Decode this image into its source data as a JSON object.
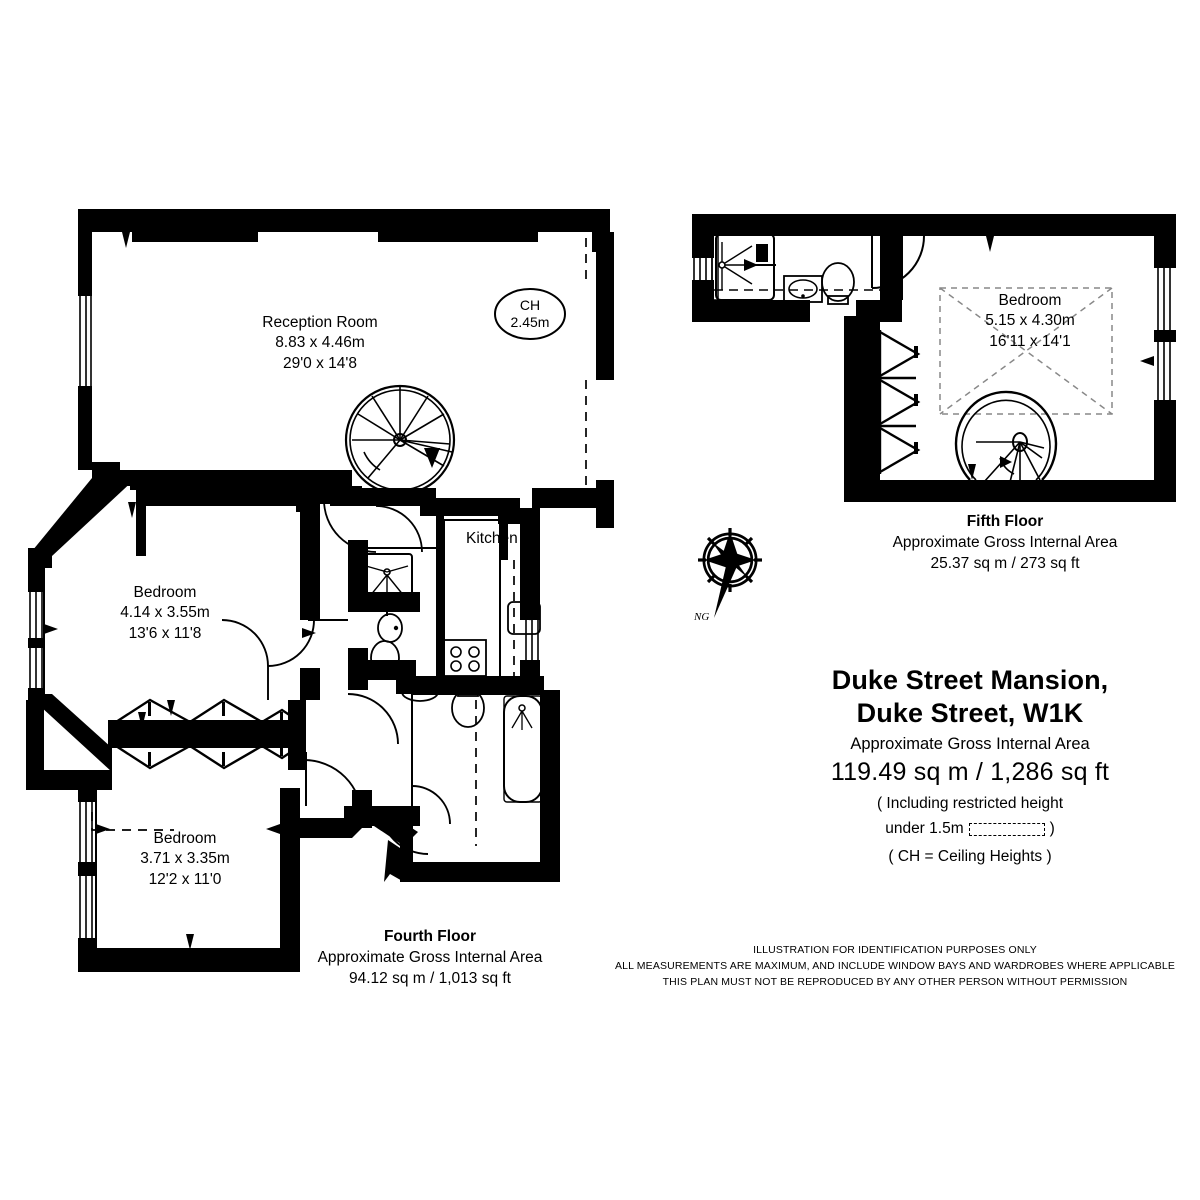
{
  "document": {
    "type": "residential-floor-plan",
    "background_color": "#ffffff",
    "ink_color": "#000000"
  },
  "title_block": {
    "line1": "Duke Street Mansion,",
    "line2": "Duke Street, W1K",
    "subtitle": "Approximate Gross Internal Area",
    "total_area": "119.49 sq m  /  1,286 sq ft",
    "note_restricted_line1": "( Including restricted height",
    "note_restricted_line2_prefix": "under 1.5m",
    "note_restricted_line2_suffix": ")",
    "note_ceiling_heights": "( CH = Ceiling Heights )"
  },
  "floors": [
    {
      "id": "fourth-floor",
      "name": "Fourth Floor",
      "subtitle": "Approximate Gross Internal Area",
      "area": "94.12 sq m  /  1,013 sq ft"
    },
    {
      "id": "fifth-floor",
      "name": "Fifth Floor",
      "subtitle": "Approximate Gross Internal Area",
      "area": "25.37 sq m  /  273 sq ft"
    }
  ],
  "rooms": [
    {
      "id": "reception-room",
      "floor": "fourth-floor",
      "name": "Reception Room",
      "metric": "8.83 x 4.46m",
      "imperial": "29'0 x 14'8"
    },
    {
      "id": "bedroom-one",
      "floor": "fourth-floor",
      "name": "Bedroom",
      "metric": "4.14 x 3.55m",
      "imperial": "13'6 x 11'8"
    },
    {
      "id": "bedroom-two",
      "floor": "fourth-floor",
      "name": "Bedroom",
      "metric": "3.71 x 3.35m",
      "imperial": "12'2 x 11'0"
    },
    {
      "id": "bedroom-three",
      "floor": "fifth-floor",
      "name": "Bedroom",
      "metric": "5.15 x 4.30m",
      "imperial": "16'11 x 14'1"
    }
  ],
  "kitchen": {
    "label": "Kitchen"
  },
  "ceiling_height_markers": [
    {
      "id": "ch-reception",
      "label": "CH",
      "value": "2.45m"
    }
  ],
  "compass": {
    "signature": "NG"
  },
  "disclaimer": {
    "line1": "ILLUSTRATION FOR IDENTIFICATION PURPOSES ONLY",
    "line2": "ALL MEASUREMENTS ARE MAXIMUM, AND INCLUDE WINDOW BAYS AND WARDROBES WHERE APPLICABLE",
    "line3": "THIS PLAN MUST NOT BE REPRODUCED BY ANY OTHER PERSON WITHOUT PERMISSION"
  },
  "fixtures": [
    {
      "id": "shower-fifth-floor",
      "type": "shower"
    },
    {
      "id": "basin-fifth-floor",
      "type": "wash-basin"
    },
    {
      "id": "wc-fifth-floor",
      "type": "toilet"
    },
    {
      "id": "wardrobe-fifth-floor",
      "type": "wardrobe-run"
    },
    {
      "id": "spiral-stair-fifth-floor",
      "type": "spiral-staircase"
    },
    {
      "id": "spiral-stair-fourth-floor",
      "type": "spiral-staircase"
    },
    {
      "id": "shower-fourth-floor",
      "type": "shower"
    },
    {
      "id": "basin-ensuite-fourth-floor",
      "type": "wash-basin"
    },
    {
      "id": "wc-ensuite-fourth-floor",
      "type": "toilet"
    },
    {
      "id": "hob-kitchen",
      "type": "hob"
    },
    {
      "id": "sink-kitchen",
      "type": "sink"
    },
    {
      "id": "bath-fourth-floor",
      "type": "bathtub"
    },
    {
      "id": "basin-bathroom-fourth-floor",
      "type": "wash-basin"
    },
    {
      "id": "wc-bathroom-fourth-floor",
      "type": "toilet"
    },
    {
      "id": "wardrobe-bay-fourth-floor",
      "type": "wardrobe-run"
    }
  ]
}
